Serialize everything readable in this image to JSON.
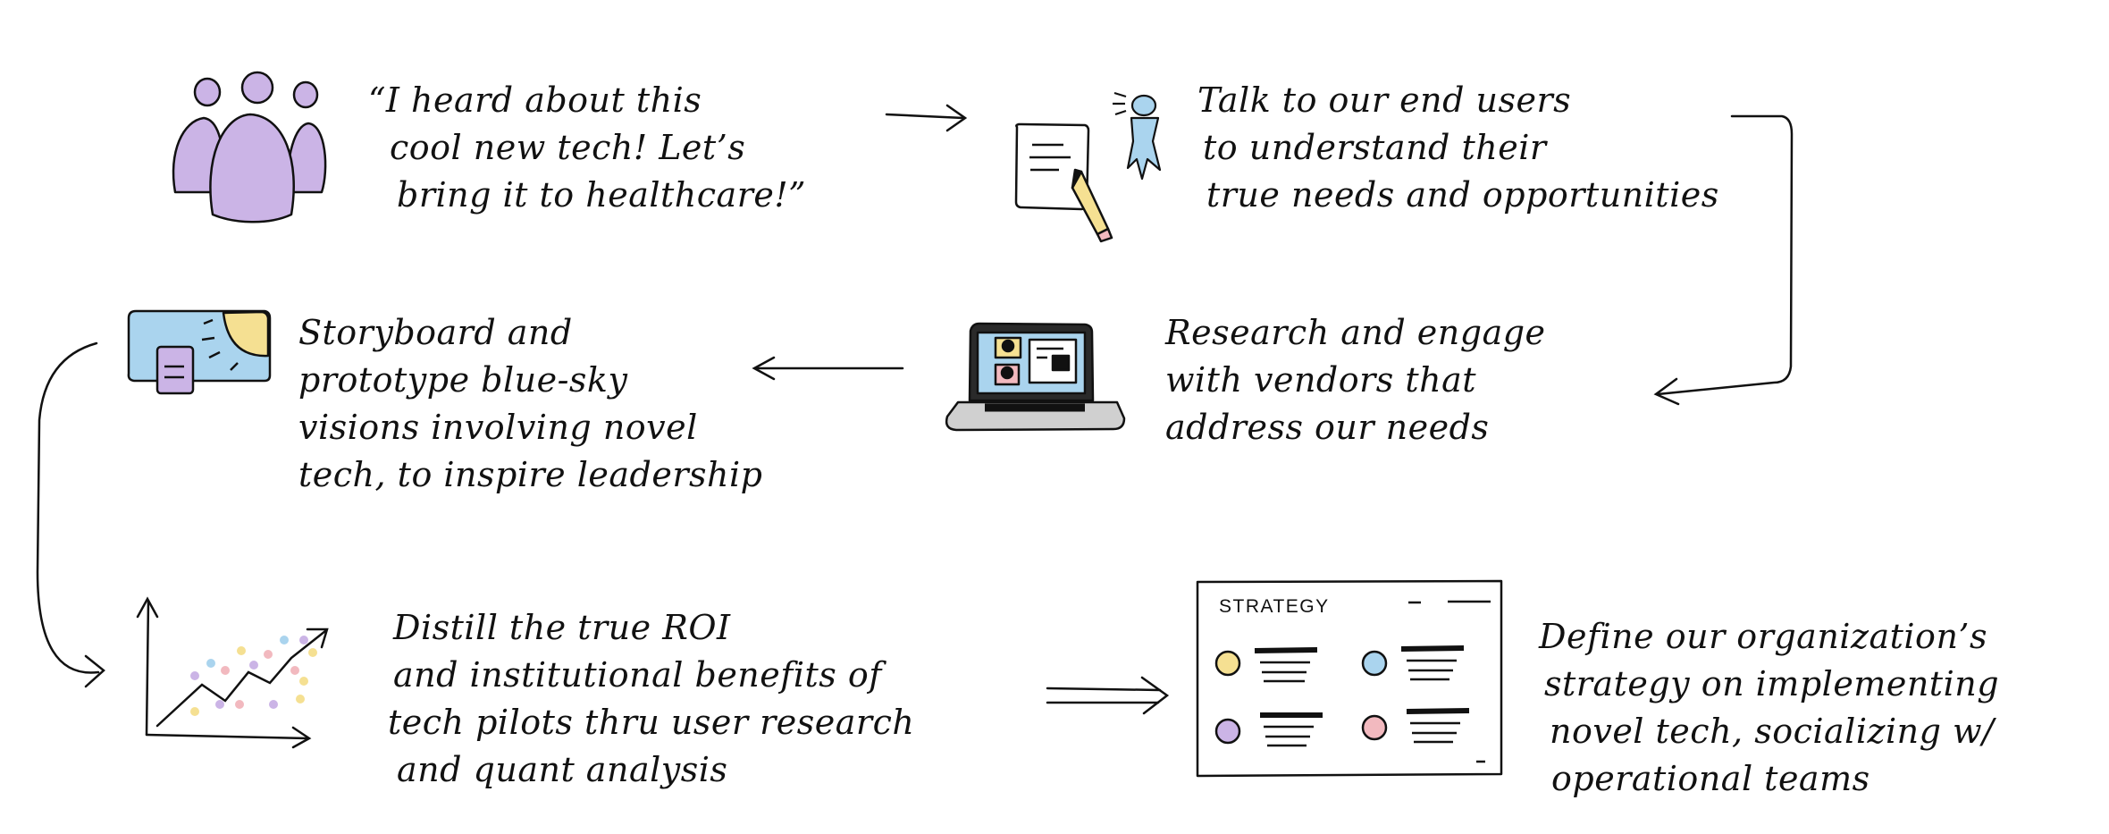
{
  "steps": [
    {
      "id": "idea",
      "icon": "people-group-icon",
      "lines": [
        "“I heard about this",
        "cool new tech! Let’s",
        "bring it to healthcare!”"
      ]
    },
    {
      "id": "users",
      "icon": "notepad-pencil-icon",
      "lines": [
        "Talk to our end users",
        "to understand their",
        "true needs and opportunities"
      ]
    },
    {
      "id": "vendors",
      "icon": "laptop-video-call-icon",
      "lines": [
        "Research and engage",
        "with vendors that",
        "address our needs"
      ]
    },
    {
      "id": "storyboard",
      "icon": "sky-scene-icon",
      "lines": [
        "Storyboard and",
        "prototype blue-sky",
        "visions involving novel",
        "tech, to inspire leadership"
      ]
    },
    {
      "id": "roi",
      "icon": "scatter-growth-chart-icon",
      "lines": [
        "Distill the true ROI",
        "and institutional benefits of",
        "tech pilots thru user research",
        "and quant analysis"
      ]
    },
    {
      "id": "strategy",
      "icon": "strategy-board-icon",
      "lines": [
        "Define our organization’s",
        "strategy on implementing",
        "novel tech, socializing w/",
        "operational teams"
      ]
    }
  ],
  "strategy_board": {
    "title": "STRATEGY"
  },
  "colors": {
    "purple": "#cbb4e6",
    "blue": "#aad4ee",
    "yellow": "#f5e092",
    "pink": "#f2b9bf",
    "gray": "#d0d0d0",
    "ink": "#111111"
  }
}
